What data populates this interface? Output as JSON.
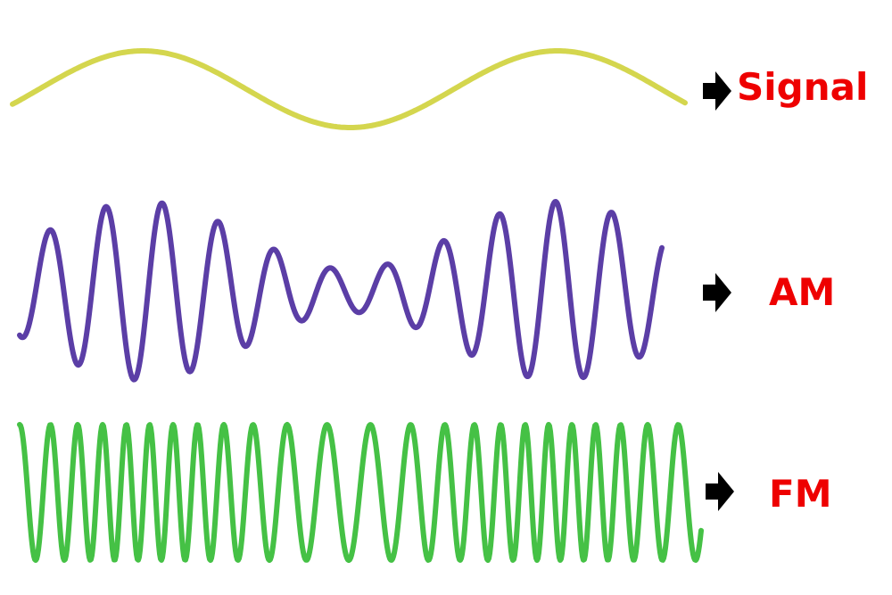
{
  "diagram": {
    "rows": [
      {
        "id": "signal",
        "label": "Signal",
        "color": "#d4d64e"
      },
      {
        "id": "am",
        "label": "AM",
        "color": "#5b3ea6"
      },
      {
        "id": "fm",
        "label": "FM",
        "color": "#45c145"
      }
    ],
    "label_color": "#ee0000",
    "arrow_icon": "right-arrow-icon"
  }
}
